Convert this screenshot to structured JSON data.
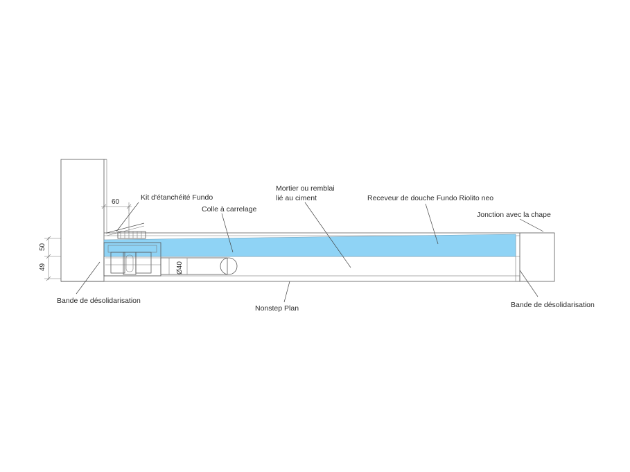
{
  "colors": {
    "adhesive_fill": "#8fd3f5",
    "line": "#555555",
    "text": "#2a2a2a"
  },
  "labels": {
    "kit": "Kit d'étanchéité Fundo",
    "colle": "Colle à carrelage",
    "mortier_line1": "Mortier ou remblai",
    "mortier_line2": "lié au ciment",
    "receveur": "Receveur de douche Fundo Riolito neo",
    "jonction": "Jonction avec la chape",
    "bande_left": "Bande de désolidarisation",
    "nonstep": "Nonstep Plan",
    "bande_right": "Bande de désolidarisation"
  },
  "dimensions": {
    "d60": "60",
    "d50": "50",
    "d49": "49",
    "d40": "Ø40"
  }
}
